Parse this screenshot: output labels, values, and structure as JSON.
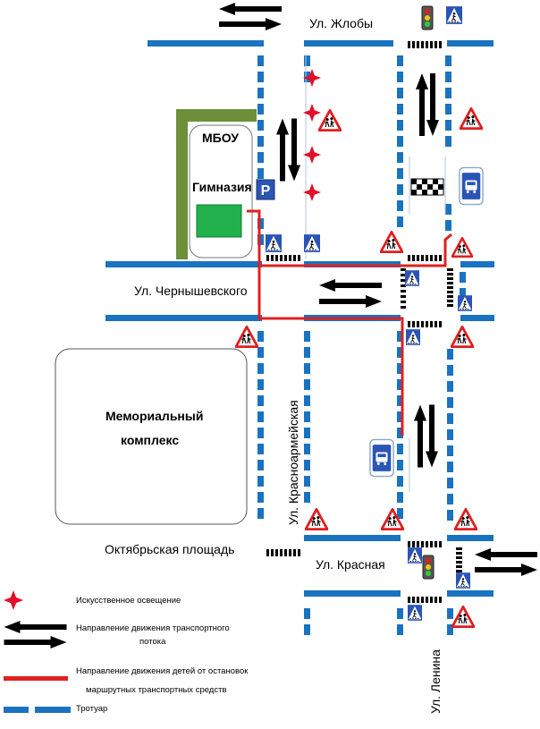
{
  "streets": {
    "zhloby": "Ул. Жлобы",
    "chernyshevskogo": "Ул. Чернышевского",
    "krasnoarmeyskaya": "Ул. Красноармейская",
    "oktyabrskaya": "Октябрьская площадь",
    "krasnaya": "Ул. Красная",
    "lenina": "Ул. Ленина"
  },
  "buildings": {
    "school_line1": "МБОУ",
    "school_line2": "Гимназия",
    "memorial_line1": "Мемориальный",
    "memorial_line2": "комплекс"
  },
  "signs": {
    "parking": "P"
  },
  "legend": {
    "lighting": "Искусственное освещение",
    "traffic_line1": "Направление движения транспортного",
    "traffic_line2": "потока",
    "children_line1": "Направление движения детей от остановок",
    "children_line2": "маршрутных транспортных средств",
    "sidewalk": "Тротуар"
  },
  "colors": {
    "sidewalk": "#1a73c0",
    "route": "#e02020",
    "lighting": "#e0102a",
    "fence": "#6e8f3a",
    "lawn": "#22b14c",
    "sign_blue": "#2a55b5",
    "warning_red": "#e01e1e"
  }
}
